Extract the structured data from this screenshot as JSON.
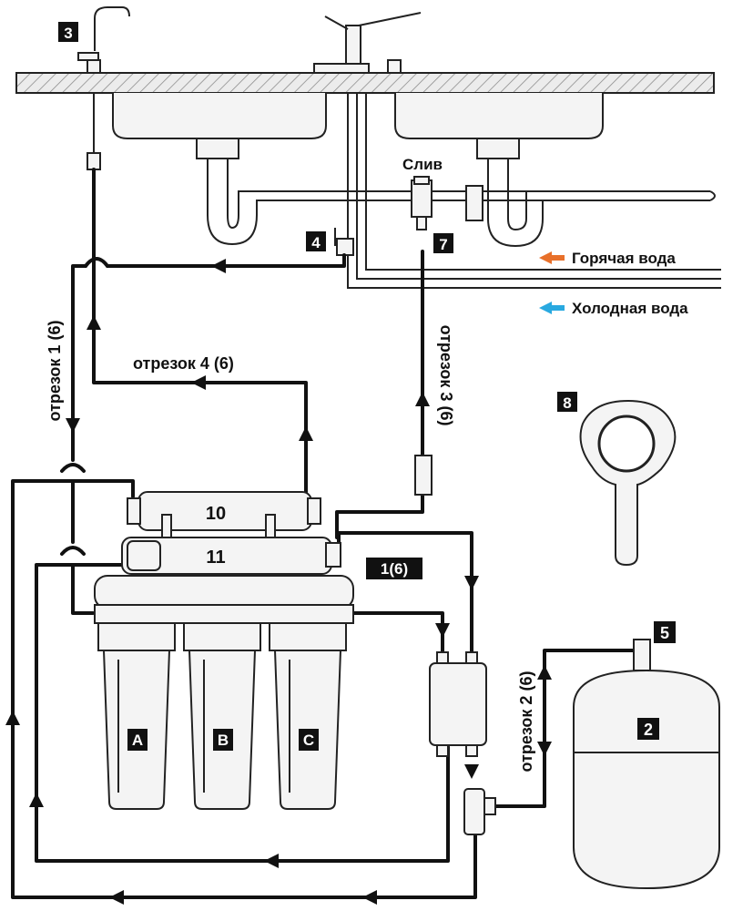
{
  "labels": {
    "drain": "Слив",
    "hot_water": "Горячая вода",
    "cold_water": "Холодная вода",
    "segment_1": "отрезок 1 (6)",
    "segment_2": "отрезок 2 (6)",
    "segment_3": "отрезок 3 (6)",
    "segment_4": "отрезок 4 (6)",
    "fitting_1": "1(6)"
  },
  "badges": {
    "b2": "2",
    "b3": "3",
    "b4": "4",
    "b5": "5",
    "b7": "7",
    "b8": "8",
    "bA": "A",
    "bB": "B",
    "bC": "C"
  },
  "module_numbers": {
    "m10": "10",
    "m11": "11"
  },
  "colors": {
    "line": "#111111",
    "hot_arrow": "#e8702a",
    "cold_arrow": "#29a9e0",
    "badge_bg": "#111111",
    "countertop_fill": "#e9e9e9"
  }
}
